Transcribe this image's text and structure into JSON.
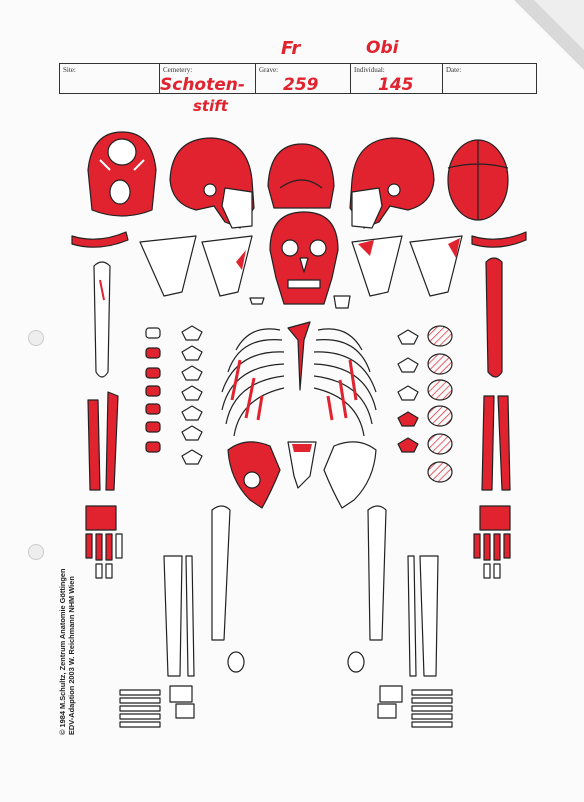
{
  "form": {
    "site_label": "Site:",
    "cemetery_label": "Cemetery:",
    "grave_label": "Grave:",
    "individual_label": "Individual:",
    "date_label": "Date:"
  },
  "handwriting": {
    "above_grave": "Fr",
    "above_individual": "Obi",
    "cemetery_line1": "Schoten-",
    "cemetery_line2": "stift",
    "grave_value": "259",
    "individual_value": "145"
  },
  "credits": {
    "line1": "© 1984 M.Schultz, Zentrum Anatomie Göttingen",
    "line2": "EDV-Adaption 2003 W. Reichmann NHM Wien"
  },
  "colors": {
    "marker_red": "#e0232f",
    "outline": "#222222"
  }
}
